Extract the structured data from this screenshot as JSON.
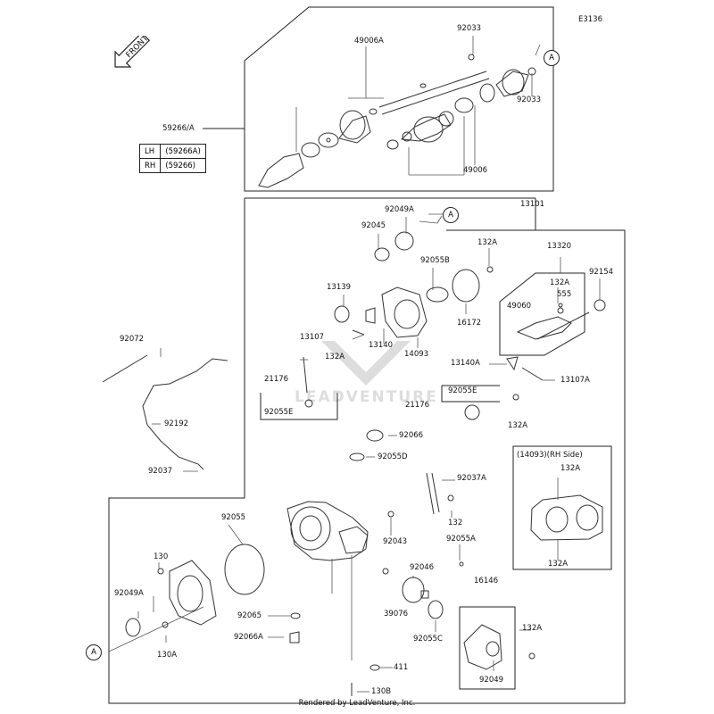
{
  "diagram_code": "E3136",
  "front_label": "FRONT",
  "rendered_by": "Rendered by LeadVenture, Inc.",
  "watermark_text": "LEADVENTURE",
  "legend": {
    "rows": [
      {
        "side": "LH",
        "part": "(59266A)"
      },
      {
        "side": "RH",
        "part": "(59266)"
      }
    ]
  },
  "reference_marks": {
    "a": "A"
  },
  "inset_label": "(14093)(RH Side)",
  "part_labels": {
    "p92033_top": "92033",
    "p49006A": "49006A",
    "p92033_right": "92033",
    "p59266A": "59266/A",
    "p49006": "49006",
    "p92049A_top": "92049A",
    "p92045": "92045",
    "p13101": "13101",
    "p132A_1": "132A",
    "p13320": "13320",
    "p92055B": "92055B",
    "p132A_2": "132A",
    "p92154": "92154",
    "p13139": "13139",
    "p555": "555",
    "p49060": "49060",
    "p16172": "16172",
    "p13107": "13107",
    "p13140": "13140",
    "p14093": "14093",
    "p92072": "92072",
    "p132A_3": "132A",
    "p13140A": "13140A",
    "p13107A": "13107A",
    "p21176_left": "21176",
    "p92055E_left": "92055E",
    "p92055E_right": "92055E",
    "p21176_right": "21176",
    "p132A_4": "132A",
    "p92192": "92192",
    "p92066": "92066",
    "p92055D": "92055D",
    "p132A_inset_top": "132A",
    "p92037": "92037",
    "p92037A": "92037A",
    "p92055": "92055",
    "p132": "132",
    "p92043": "92043",
    "p92055A": "92055A",
    "p132A_inset_bottom": "132A",
    "p130": "130",
    "p92046": "92046",
    "p16146": "16146",
    "p92049A_left": "92049A",
    "p39076": "39076",
    "p92065": "92065",
    "p132A_5": "132A",
    "p92066A": "92066A",
    "p92055C": "92055C",
    "p130A": "130A",
    "p92049": "92049",
    "p411": "411",
    "p130B": "130B"
  }
}
